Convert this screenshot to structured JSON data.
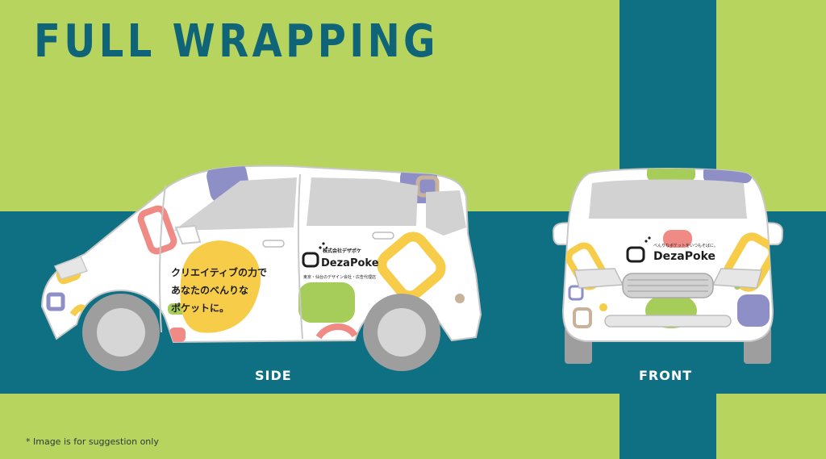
{
  "title": "FULL WRAPPING",
  "views": {
    "side": "SIDE",
    "front": "FRONT"
  },
  "footnote": "* Image is for suggestion only",
  "side_car": {
    "tagline_lines": [
      "クリエイティブの力で",
      "あなたのべんりな",
      "ポケットに。"
    ],
    "company_name_jp": "株式会社デザポケ",
    "logo_text": "DezaPoke",
    "subtitle": "東京・仙台のデザイン会社・広告代理店"
  },
  "front_car": {
    "slogan": "べんりなポケットをいつもそばに。",
    "logo_text": "DezaPoke"
  },
  "colors": {
    "background_green": "#b7d45e",
    "band_teal": "#0f7083",
    "title_teal": "#0f6478",
    "car_body": "#ffffff",
    "window_gray": "#d2d2d2",
    "tire_gray": "#9e9e9e",
    "accent_yellow": "#f6cc48",
    "accent_green": "#a6cc5a",
    "accent_purple": "#8f8fc7",
    "accent_pink": "#ef8b84",
    "accent_tan": "#c8b39a"
  }
}
